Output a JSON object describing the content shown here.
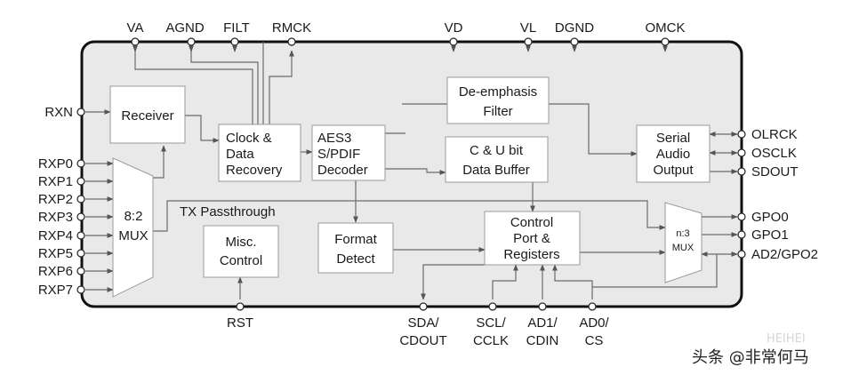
{
  "top_pins": {
    "va": "VA",
    "agnd": "AGND",
    "filt": "FILT",
    "rmck": "RMCK",
    "vd": "VD",
    "vl": "VL",
    "dgnd": "DGND",
    "omck": "OMCK"
  },
  "left_pins": {
    "rxn": "RXN",
    "rxp": [
      "RXP0",
      "RXP1",
      "RXP2",
      "RXP3",
      "RXP4",
      "RXP5",
      "RXP6",
      "RXP7"
    ]
  },
  "right_pins": {
    "olrck": "OLRCK",
    "osclk": "OSCLK",
    "sdout": "SDOUT",
    "gpo0": "GPO0",
    "gpo1": "GPO1",
    "ad2gpo2": "AD2/GPO2"
  },
  "bottom_pins": {
    "rst": "RST",
    "sda": [
      "SDA/",
      "CDOUT"
    ],
    "scl": [
      "SCL/",
      "CCLK"
    ],
    "ad1": [
      "AD1/",
      "CDIN"
    ],
    "ad0": [
      "AD0/",
      "CS"
    ]
  },
  "blocks": {
    "receiver": [
      "Receiver"
    ],
    "clock": [
      "Clock &",
      "Data",
      "Recovery"
    ],
    "aes": [
      "AES3",
      "S/PDIF",
      "Decoder"
    ],
    "deemph": [
      "De-emphasis",
      "Filter"
    ],
    "cu": [
      "C & U bit",
      "Data Buffer"
    ],
    "serial": [
      "Serial",
      "Audio",
      "Output"
    ],
    "mux82": [
      "8:2",
      "MUX"
    ],
    "misc": [
      "Misc.",
      "Control"
    ],
    "format": [
      "Format",
      "Detect"
    ],
    "ctrl": [
      "Control",
      "Port &",
      "Registers"
    ],
    "muxn3": [
      "n:3",
      "MUX"
    ]
  },
  "labels": {
    "tx_passthrough": "TX Passthrough"
  },
  "watermark": {
    "main": "头条 @非常何马",
    "faint": "HEIHEI"
  },
  "colors": {
    "line": "#6b6b6b",
    "chip_border": "#111111",
    "chip_fill": "#e9e9e9",
    "block_fill": "#ffffff"
  }
}
